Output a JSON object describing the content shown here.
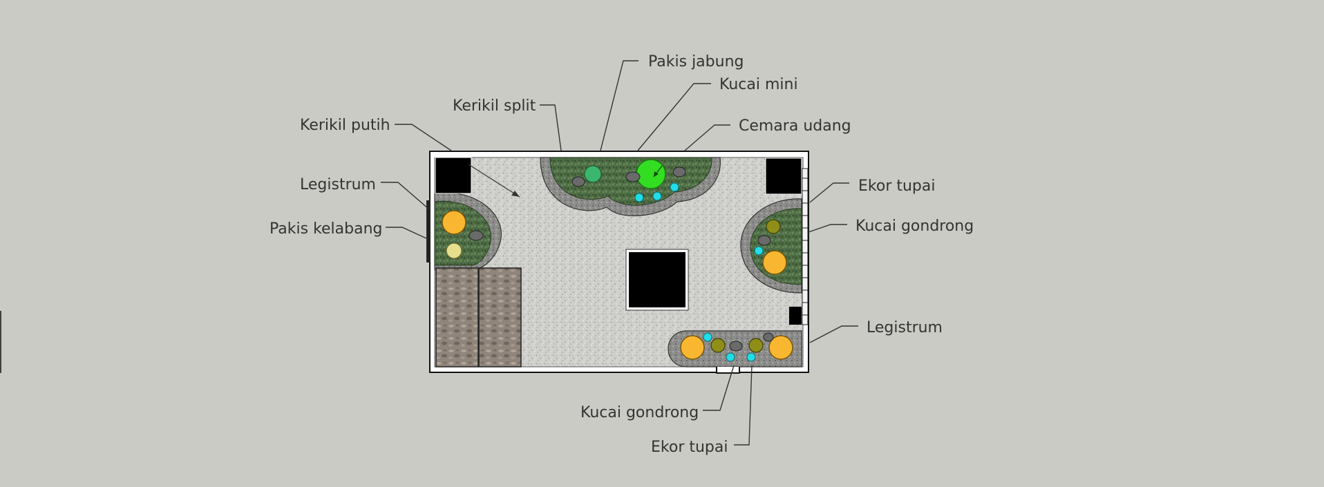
{
  "labels": {
    "pakis_jabung": "Pakis jabung",
    "kucai_mini": "Kucai mini",
    "kerikil_split": "Kerikil split",
    "cemara_udang": "Cemara udang",
    "kerikil_putih": "Kerikil putih",
    "legistrum_left": "Legistrum",
    "ekor_tupai_right": "Ekor tupai",
    "pakis_kelabang": "Pakis kelabang",
    "kucai_gondrong_right": "Kucai gondrong",
    "legistrum_right": "Legistrum",
    "kucai_gondrong_bottom": "Kucai gondrong",
    "ekor_tupai_bottom": "Ekor tupai"
  },
  "colors": {
    "background": "#cbcbc5",
    "gravel_white": "#cfcfcb",
    "gravel_split": "#8d8d8b",
    "planting_bed": "#4f6e46",
    "stone_path": "#8f857c",
    "kucai_mini": "#33dd22",
    "pakis_jabung": "#3cb66e",
    "legistrum": "#f9b731",
    "pakis_kelabang": "#e6df8e",
    "kucai_gondrong": "#8e8e18",
    "ekor_tupai": "#22dde8",
    "rock": "#6a6a6a",
    "pillar": "#000000"
  }
}
